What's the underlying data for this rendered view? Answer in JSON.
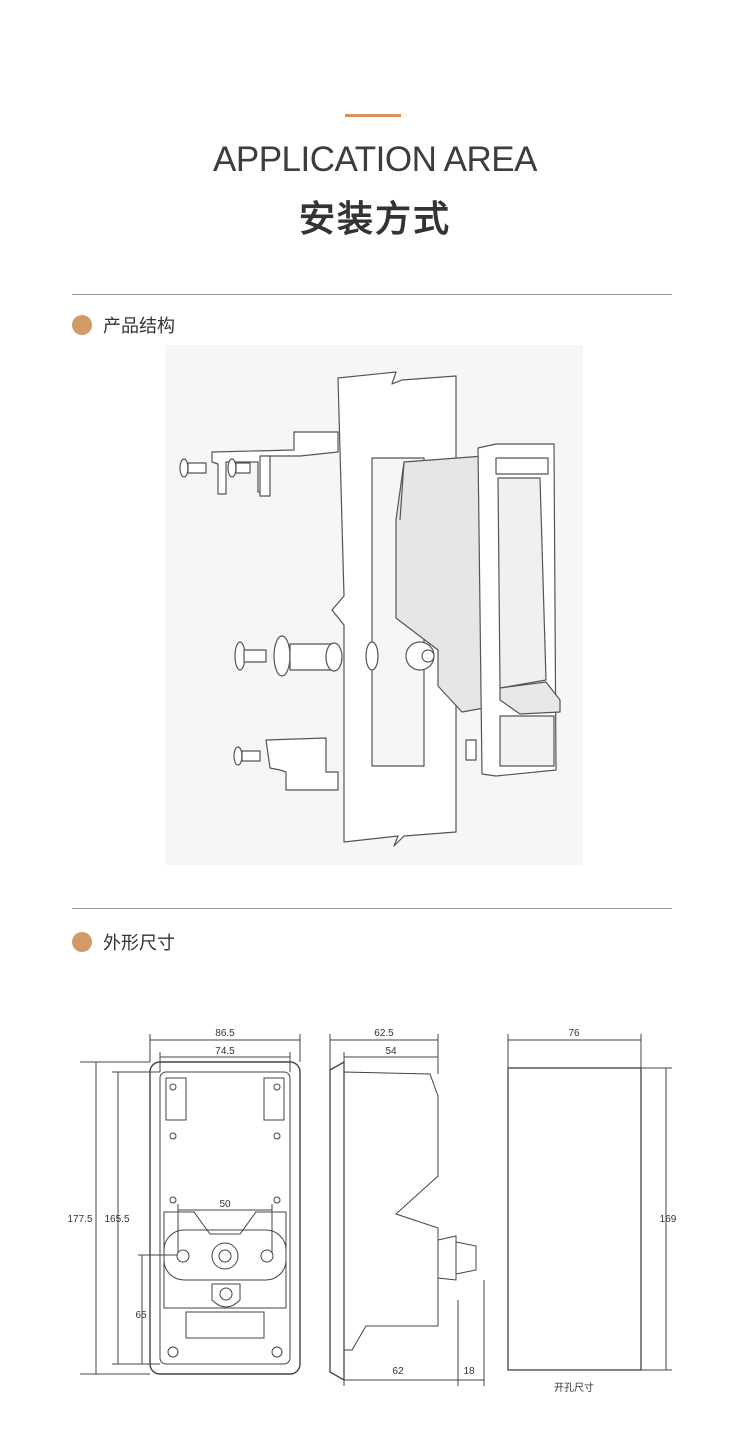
{
  "header": {
    "title_en": "APPLICATION AREA",
    "title_cn": "安装方式",
    "accent_color": "#d8915a"
  },
  "sections": [
    {
      "title": "产品结构",
      "dot_color": "#d29a66"
    },
    {
      "title": "外形尺寸",
      "dot_color": "#d29a66"
    }
  ],
  "dimensions": {
    "front_outer_width": "86.5",
    "front_inner_width": "74.5",
    "front_outer_height": "177.5",
    "front_inner_height": "165.5",
    "handle_span": "50",
    "handle_height": "65",
    "side_depth_total": "62.5",
    "side_depth_body": "54",
    "side_bottom_depth": "62",
    "side_knob_depth": "18",
    "cutout_width": "76",
    "cutout_height": "169",
    "cutout_caption": "开孔尺寸"
  }
}
